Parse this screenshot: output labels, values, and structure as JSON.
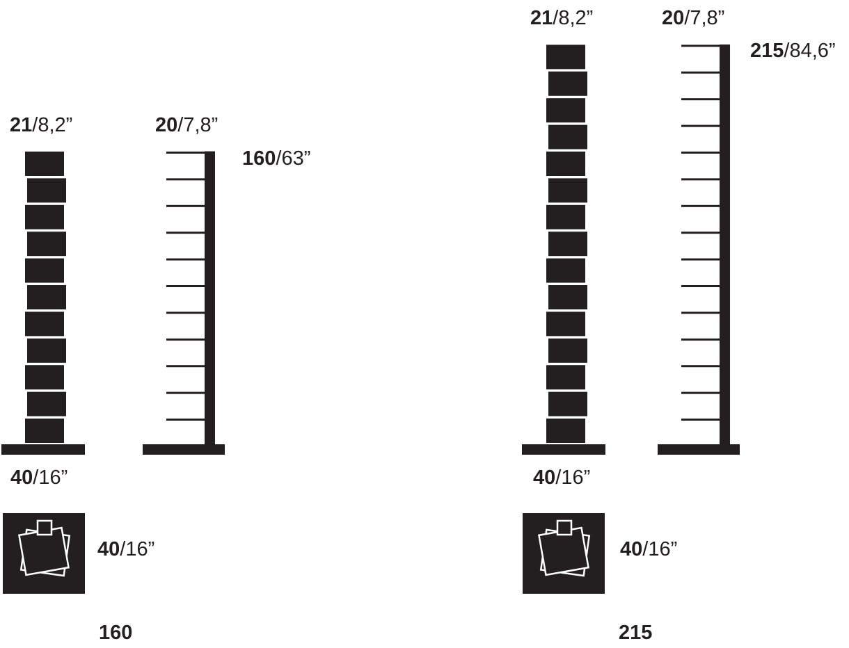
{
  "models": [
    {
      "id": "160",
      "label": "160",
      "book_count": 11,
      "shelf_count": 11,
      "dims": {
        "book_width": {
          "bold": "21",
          "rest": "/8,2”"
        },
        "shelf_depth": {
          "bold": "20",
          "rest": "/7,8”"
        },
        "height": {
          "bold": "160",
          "rest": "/63”"
        },
        "base_width": {
          "bold": "40",
          "rest": "/16”"
        },
        "base_depth": {
          "bold": "40",
          "rest": "/16”"
        }
      }
    },
    {
      "id": "215",
      "label": "215",
      "book_count": 15,
      "shelf_count": 15,
      "dims": {
        "book_width": {
          "bold": "21",
          "rest": "/8,2”"
        },
        "shelf_depth": {
          "bold": "20",
          "rest": "/7,8”"
        },
        "height": {
          "bold": "215",
          "rest": "/84,6”"
        },
        "base_width": {
          "bold": "40",
          "rest": "/16”"
        },
        "base_depth": {
          "bold": "40",
          "rest": "/16”"
        }
      }
    }
  ],
  "colors": {
    "ink": "#231f20",
    "paper": "#ffffff"
  },
  "icons": {
    "plan_view": "top-view-books-icon"
  }
}
